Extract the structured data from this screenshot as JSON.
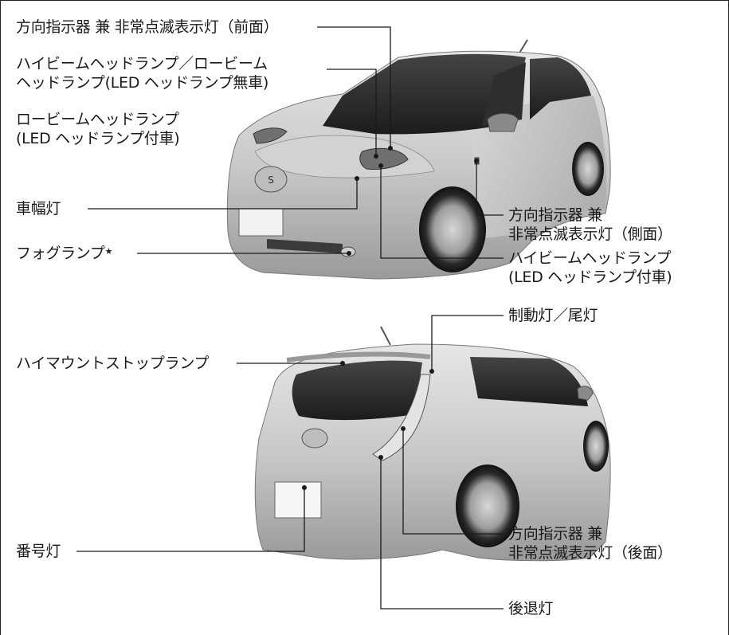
{
  "diagram": {
    "front_labels": {
      "turn_front": "方向指示器 兼 非常点滅表示灯（前面）",
      "high_low_line1": "ハイビームヘッドランプ／ロービーム",
      "high_low_line2": "ヘッドランプ(LED ヘッドランプ無車)",
      "low_beam_line1": "ロービームヘッドランプ",
      "low_beam_line2": "(LED ヘッドランプ付車)",
      "clearance": "車幅灯",
      "fog": "フォグランプ",
      "fog_mark": "★",
      "turn_side_line1": "方向指示器 兼",
      "turn_side_line2": "非常点滅表示灯（側面）",
      "high_beam_line1": "ハイビームヘッドランプ",
      "high_beam_line2": "(LED ヘッドランプ付車)"
    },
    "rear_labels": {
      "brake_tail": "制動灯／尾灯",
      "high_mount": "ハイマウントストップランプ",
      "plate": "番号灯",
      "turn_rear_line1": "方向指示器 兼",
      "turn_rear_line2": "非常点滅表示灯（後面）",
      "backup": "後退灯"
    }
  }
}
